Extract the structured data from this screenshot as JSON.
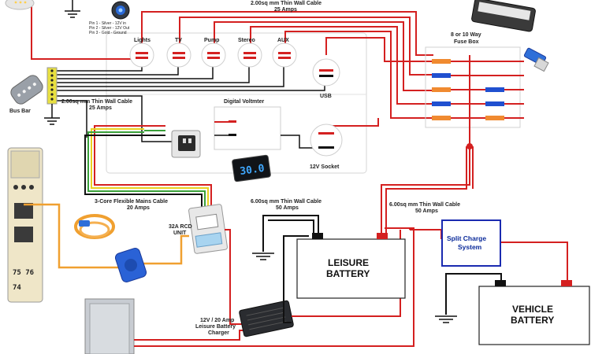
{
  "labels": {
    "cable_top": "2.00sq mm Thin Wall Cable",
    "cable_top_amps": "25 Amps",
    "pin1": "Pin 1 - Silver - 12V in",
    "pin2": "Pin 2 - Silver - 12V Out",
    "pin3": "Pin 3 - Gold - Ground",
    "switch_lights": "Lights",
    "switch_tv": "TV",
    "switch_pump": "Pump",
    "switch_stereo": "Stereo",
    "switch_aux": "AUX",
    "usb": "USB",
    "socket_12v": "12V Socket",
    "voltmeter": "Digital Voltmter",
    "voltmeter_reading": "30.0",
    "bus_bar": "Bus Bar",
    "cable_left": "2.00sq mm Thin Wall Cable",
    "cable_left_amps": "25 Amps",
    "fuse_box_line1": "8 or 10 Way",
    "fuse_box_line2": "Fuse Box",
    "mains_cable": "3-Core Flexible Mains Cable",
    "mains_amps": "20 Amps",
    "rcd_line1": "32A RCD",
    "rcd_line2": "UNIT",
    "cable_6mm_left": "6.00sq mm Thin Wall Cable",
    "cable_6mm_left_amps": "50 Amps",
    "cable_6mm_right": "6.00sq mm Thin Wall Cable",
    "cable_6mm_right_amps": "50 Amps",
    "split_charge_line1": "Split Charge",
    "split_charge_line2": "System",
    "leisure_line1": "LEISURE",
    "leisure_line2": "BATTERY",
    "vehicle_line1": "VEHICLE",
    "vehicle_line2": "BATTERY",
    "charger_line1": "12V / 20 Amp",
    "charger_line2": "Leisure Battery",
    "charger_line3": "Charger",
    "meter_line1": "75 76",
    "meter_line2": "74"
  },
  "colors": {
    "live": "#d42020",
    "ground": "#111111",
    "mains": "#f0a030",
    "earth_green": "#3aa03a",
    "earth_yellow": "#e8d020",
    "split_charge": "#1a2ab0",
    "fuse_blue": "#2050d0",
    "fuse_orange": "#f08a30"
  },
  "icons": [
    "ground-icon",
    "battery-terminal-icon",
    "fuse-icon",
    "switch-icon",
    "hookup-plug-icon",
    "bulb-icon"
  ]
}
